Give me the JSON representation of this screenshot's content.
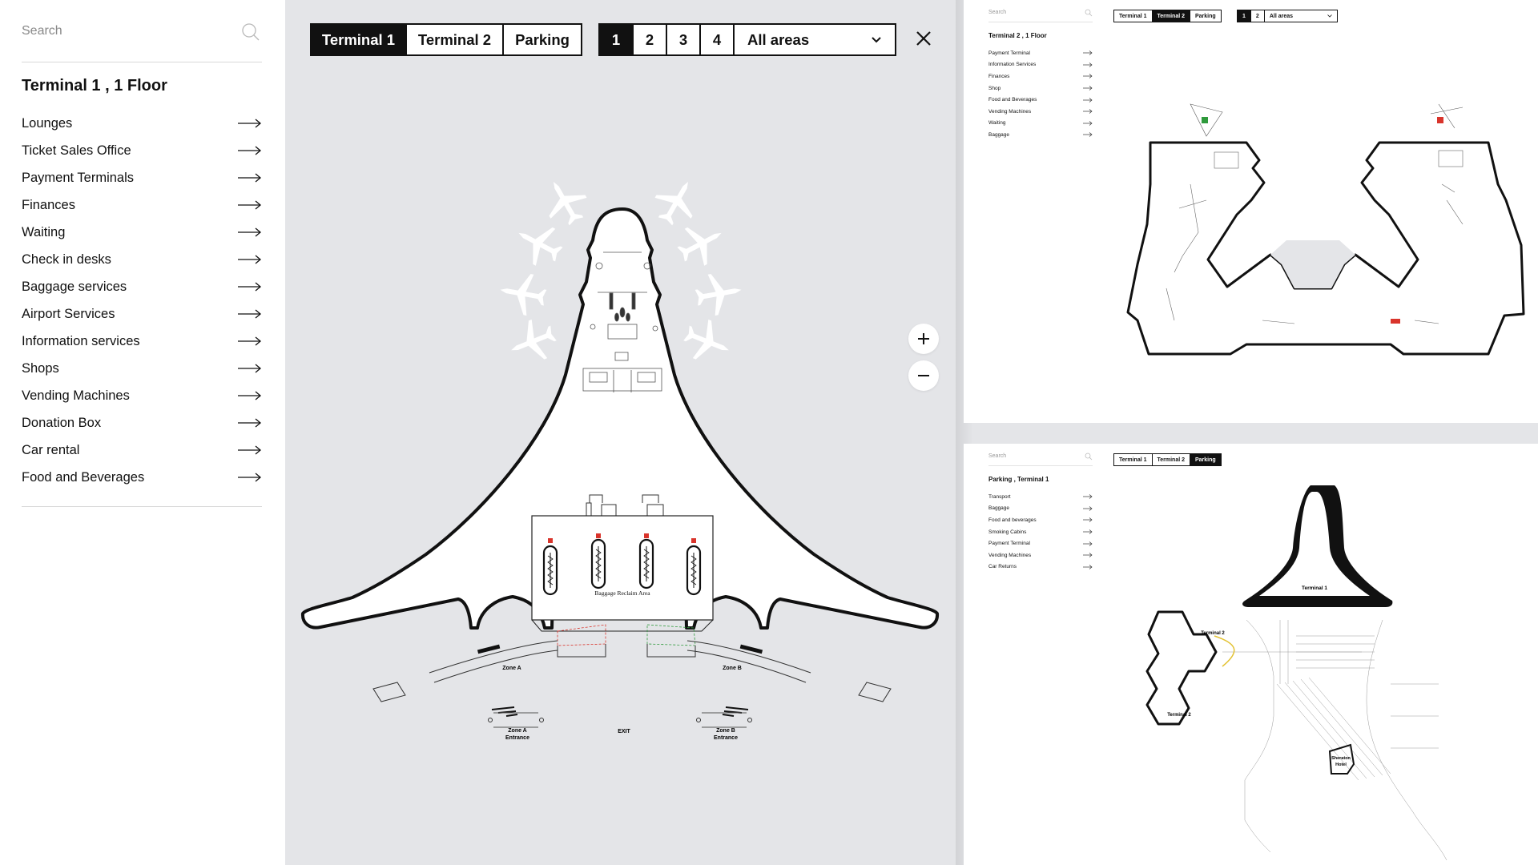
{
  "search": {
    "placeholder": "Search"
  },
  "sidebar": {
    "title": "Terminal 1 , 1 Floor",
    "items": [
      {
        "label": "Lounges"
      },
      {
        "label": "Ticket Sales Office"
      },
      {
        "label": "Payment Terminals"
      },
      {
        "label": "Finances"
      },
      {
        "label": "Waiting"
      },
      {
        "label": "Check in desks"
      },
      {
        "label": "Baggage services"
      },
      {
        "label": "Airport Services"
      },
      {
        "label": "Information services"
      },
      {
        "label": "Shops"
      },
      {
        "label": "Vending Machines"
      },
      {
        "label": "Donation Box"
      },
      {
        "label": "Car rental"
      },
      {
        "label": "Food and Beverages"
      }
    ]
  },
  "toolbar": {
    "terminals": [
      {
        "label": "Terminal 1",
        "active": true
      },
      {
        "label": "Terminal 2",
        "active": false
      },
      {
        "label": "Parking",
        "active": false
      }
    ],
    "floors": [
      {
        "label": "1",
        "active": true
      },
      {
        "label": "2",
        "active": false
      },
      {
        "label": "3",
        "active": false
      },
      {
        "label": "4",
        "active": false
      }
    ],
    "areas_label": "All areas"
  },
  "map": {
    "baggage_area": "Baggage Reclaim Area",
    "zone_a": "Zone A",
    "zone_b": "Zone B",
    "zone_a_entrance_1": "Zone A",
    "zone_a_entrance_2": "Entrance",
    "zone_b_entrance_1": "Zone B",
    "zone_b_entrance_2": "Entrance",
    "exit": "EXIT"
  },
  "panel_terminal2": {
    "search_placeholder": "Search",
    "title": "Terminal 2 , 1 Floor",
    "items": [
      {
        "label": "Payment Terminal"
      },
      {
        "label": "Information Services"
      },
      {
        "label": "Finances"
      },
      {
        "label": "Shop"
      },
      {
        "label": "Food and Beverages"
      },
      {
        "label": "Vending Machines"
      },
      {
        "label": "Waiting"
      },
      {
        "label": "Baggage"
      }
    ],
    "terminals": [
      "Terminal 1",
      "Terminal 2",
      "Parking"
    ],
    "floors": [
      "1",
      "2"
    ],
    "areas_label": "All areas"
  },
  "panel_parking": {
    "search_placeholder": "Search",
    "title": "Parking , Terminal 1",
    "items": [
      {
        "label": "Transport"
      },
      {
        "label": "Baggage"
      },
      {
        "label": "Food and beverages"
      },
      {
        "label": "Smoking Cabins"
      },
      {
        "label": "Payment Terminal"
      },
      {
        "label": "Vending Machines"
      },
      {
        "label": "Car Returns"
      }
    ],
    "terminals": [
      "Terminal 1",
      "Terminal 2",
      "Parking"
    ],
    "terminal1_label": "Terminal 1",
    "terminal2_label_a": "Terminal 2",
    "terminal2_label_b": "Terminal 2",
    "hotel_label_1": "Sheraton",
    "hotel_label_2": "Hotel"
  },
  "colors": {
    "active": "#111111",
    "map_bg": "#e4e5e8",
    "accent_red": "#d9342b",
    "accent_green": "#2f9a3c",
    "path_yellow": "#e3c233"
  },
  "icons": [
    "search-icon",
    "arrow-right-icon",
    "chevron-down-icon",
    "close-icon",
    "plus-icon",
    "minus-icon",
    "airplane-icon"
  ]
}
